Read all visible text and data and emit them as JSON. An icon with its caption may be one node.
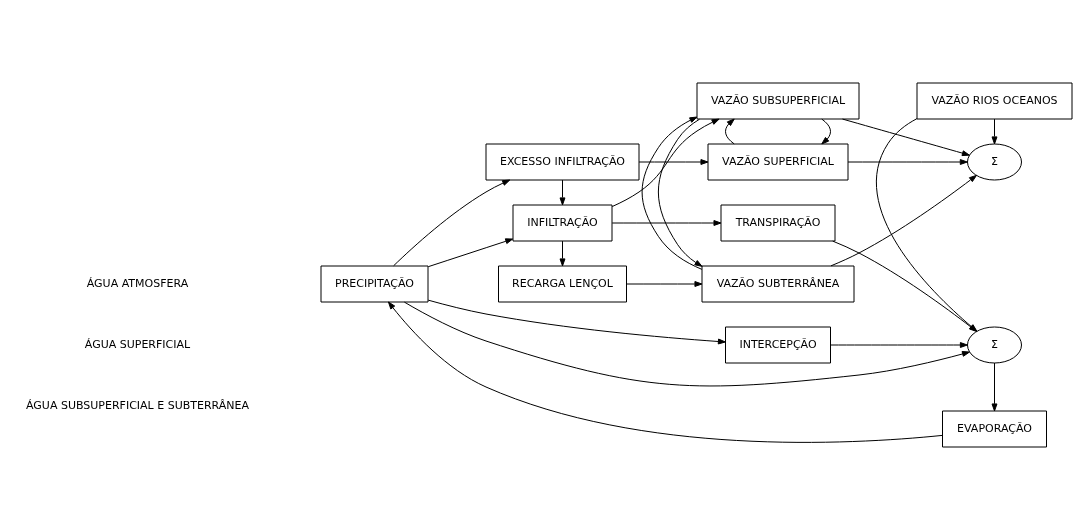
{
  "diagram": {
    "nodes": [
      {
        "text": [
          "PRECIPITAÇÃO"
        ]
      },
      {
        "text": [
          "EVAPORAÇÃO"
        ]
      },
      {
        "text": [
          "INTERCEPÇÃO"
        ]
      },
      {
        "text": [
          "Σ"
        ]
      },
      {
        "text": [
          "TRANSPIRAÇÃO"
        ]
      },
      {
        "text": [
          "EXCESSO INFILTRAÇÃO"
        ]
      },
      {
        "text": [
          "VAZÃO SUPERFICIAL"
        ]
      },
      {
        "text": [
          "VAZÃO RIOS OCEANOS"
        ]
      },
      {
        "text": [
          "INFILTRAÇÃO"
        ]
      },
      {
        "text": [
          "VAZÃO SUBSUPERFICIAL"
        ]
      },
      {
        "text": [
          "Σ"
        ]
      },
      {
        "text": [
          "RECARGA LENÇOL"
        ]
      },
      {
        "text": [
          "VAZÃO SUBTERRÂNEA"
        ]
      }
    ],
    "edges": [
      {
        "from": 1,
        "to": 0,
        "arrow": "to"
      },
      {
        "from": 0,
        "to": 3,
        "arrow": "to"
      },
      {
        "from": 0,
        "to": 2,
        "arrow": "to"
      },
      {
        "from": 0,
        "to": 5,
        "arrow": "to"
      },
      {
        "from": 0,
        "to": 8,
        "arrow": "to"
      },
      {
        "from": 2,
        "to": 3,
        "arrow": "to"
      },
      {
        "from": 4,
        "to": 3,
        "arrow": "to"
      },
      {
        "from": 3,
        "to": 1,
        "arrow": "to"
      },
      {
        "from": 7,
        "to": 3,
        "arrow": "to"
      },
      {
        "from": 7,
        "to": 10,
        "arrow": "to"
      },
      {
        "from": 5,
        "to": 6,
        "arrow": "to"
      },
      {
        "from": 5,
        "to": 8,
        "arrow": "to"
      },
      {
        "from": 8,
        "to": 4,
        "arrow": "to"
      },
      {
        "from": 8,
        "to": 9,
        "arrow": "to"
      },
      {
        "from": 8,
        "to": 11,
        "arrow": "to"
      },
      {
        "from": 11,
        "to": 12,
        "arrow": "to"
      },
      {
        "from": 9,
        "to": 6,
        "arrow": "to"
      },
      {
        "from": 6,
        "to": 9,
        "arrow": "to"
      },
      {
        "from": 9,
        "to": 12,
        "arrow": "to"
      },
      {
        "from": 12,
        "to": 9,
        "arrow": "to"
      },
      {
        "from": 6,
        "to": 10,
        "arrow": "to"
      },
      {
        "from": 9,
        "to": 10,
        "arrow": "to"
      },
      {
        "from": 12,
        "to": 10,
        "arrow": "to"
      }
    ],
    "labels": [
      "ÁGUA ATMOSFERA",
      "ÁGUA SUPERFICIAL",
      "ÁGUA SUBSUPERFICIAL E SUBTERRÂNEA"
    ]
  }
}
